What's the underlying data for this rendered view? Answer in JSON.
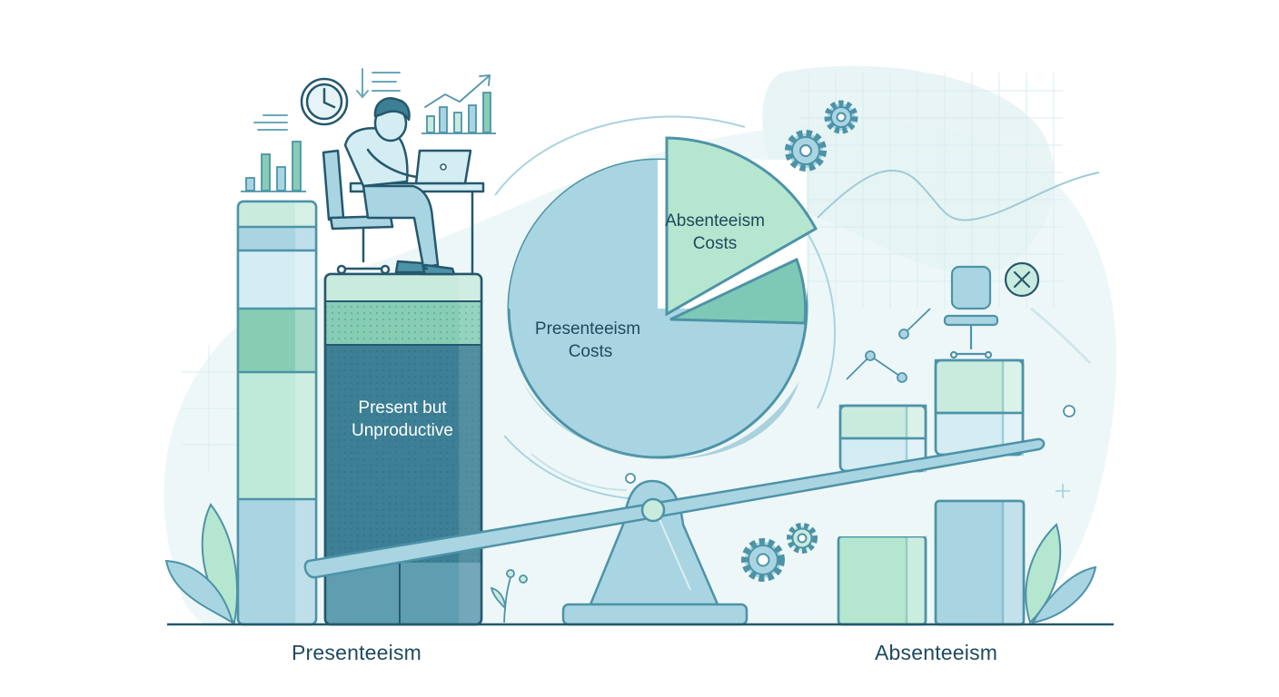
{
  "labels": {
    "present_unproductive_line1": "Present but",
    "present_unproductive_line2": "Unproductive",
    "absenteeism_costs_line1": "Absenteeism",
    "absenteeism_costs_line2": "Costs",
    "presenteeism_costs_line1": "Presenteeism",
    "presenteeism_costs_line2": "Costs",
    "presenteeism": "Presenteeism",
    "absenteeism": "Absenteeism"
  },
  "icons": {
    "clock": "clock-icon",
    "trend": "trend-up-chart-icon",
    "mini_bars": "bar-chart-icon",
    "gear": "gear-icon",
    "close": "close-circle-icon",
    "office_chair": "office-chair-icon",
    "laptop": "laptop-icon",
    "plant": "plant-icon"
  },
  "colors": {
    "dark_teal": "#3d7f94",
    "light_blue": "#a8d4e2",
    "mint": "#b6e6d4",
    "pale_blue": "#d4ecf2",
    "outline": "#25586e",
    "text": "#1f4a5e"
  }
}
